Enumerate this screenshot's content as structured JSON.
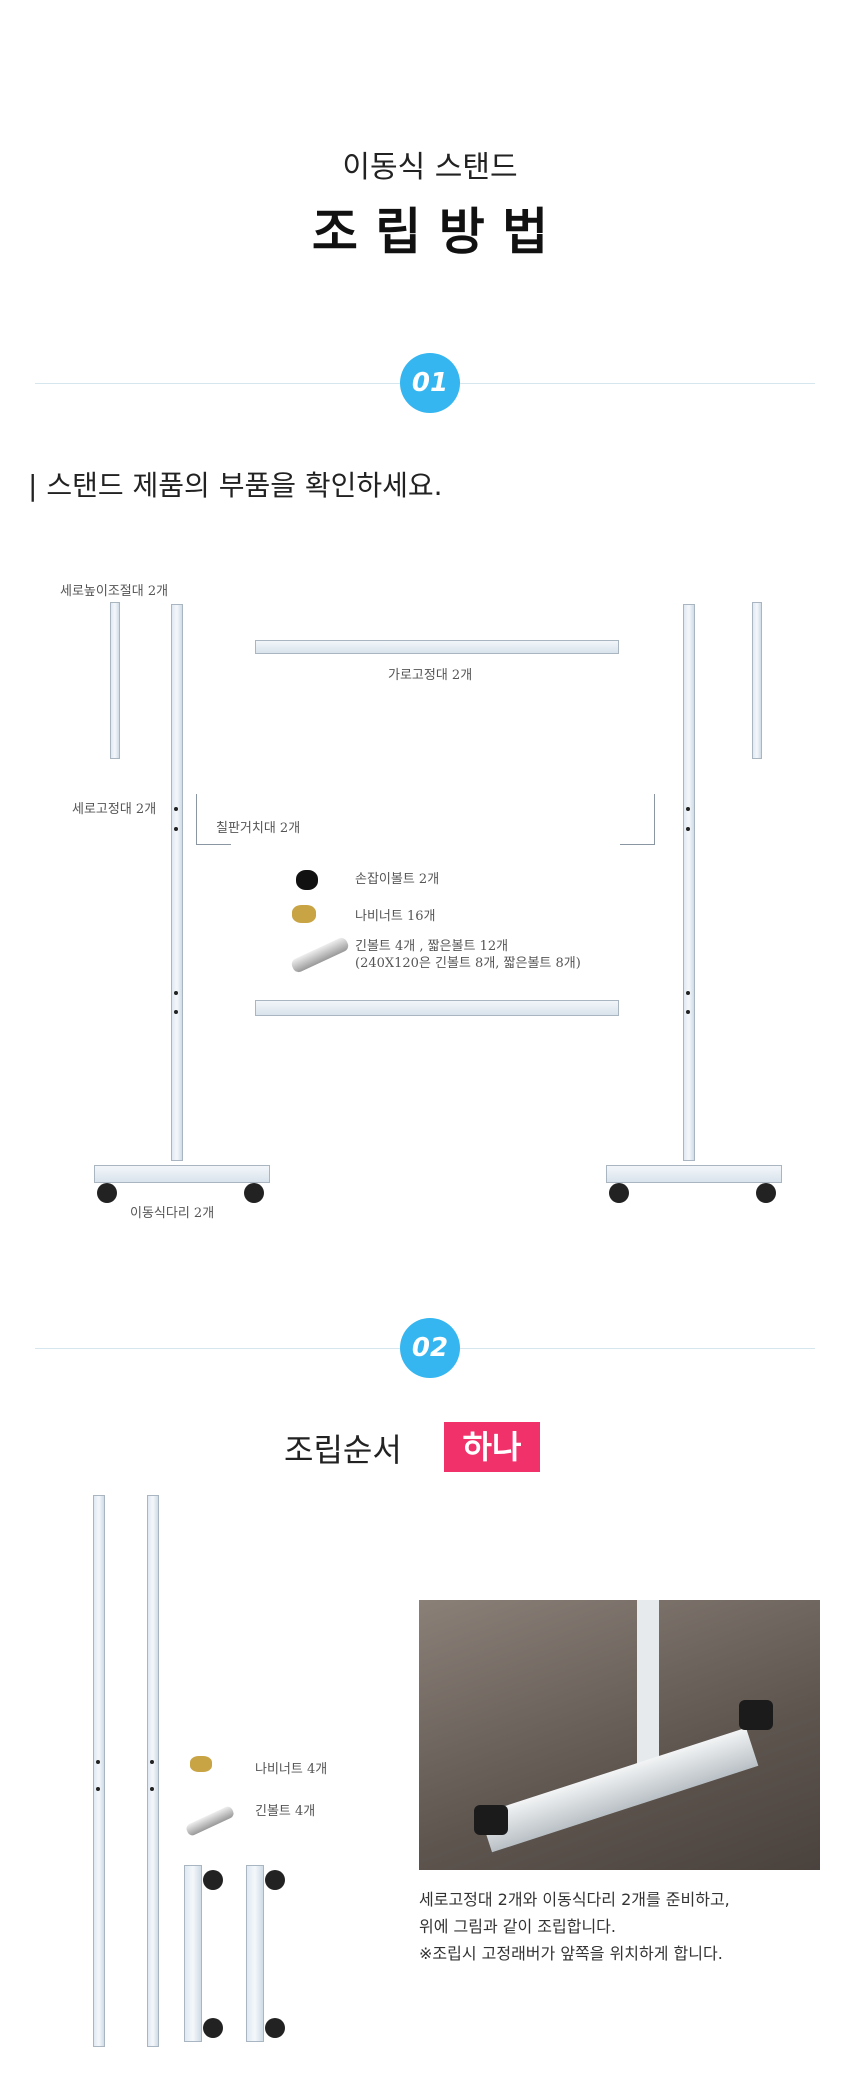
{
  "header": {
    "subtitle": "이동식 스탠드",
    "title": "조 립 방 법"
  },
  "step1": {
    "number": "01",
    "heading": "| 스탠드 제품의 부품을 확인하세요.",
    "parts": {
      "height_bar": "세로높이조절대 2개",
      "cross_bar": "가로고정대 2개",
      "vertical_bar": "세로고정대 2개",
      "board_holder": "칠판거치대 2개",
      "knob_bolt": "손잡이볼트 2개",
      "wing_nut": "나비너트 16개",
      "bolts": "긴볼트 4개 , 짧은볼트 12개",
      "bolts_note": "(240X120은 긴볼트 8개, 짧은볼트 8개)",
      "leg": "이동식다리 2개"
    }
  },
  "step2": {
    "number": "02",
    "heading": "조립순서",
    "highlight": "하나",
    "highlight_color": "#f0316a",
    "parts": {
      "wing_nut": "나비너트 4개",
      "long_bolt": "긴볼트 4개"
    },
    "description": [
      "세로고정대 2개와 이동식다리 2개를 준비하고,",
      "위에 그림과 같이 조립합니다.",
      "※조립시 고정래버가 앞쪽을 위치하게 합니다."
    ]
  },
  "colors": {
    "badge": "#35b6f0",
    "highlight": "#f0316a"
  }
}
